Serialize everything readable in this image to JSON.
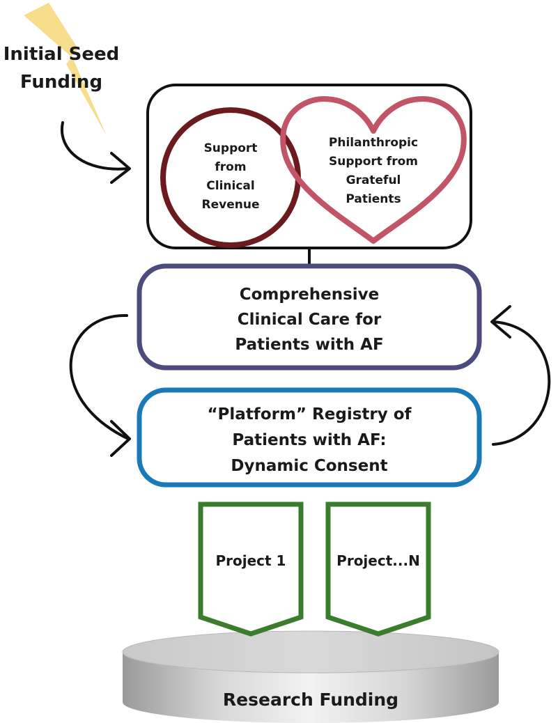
{
  "seed": {
    "lines": [
      "Initial Seed",
      "Funding"
    ]
  },
  "funding_box": {
    "clinical": {
      "lines": [
        "Support",
        "from",
        "Clinical",
        "Revenue"
      ]
    },
    "philanthropic": {
      "lines": [
        "Philanthropic",
        "Support from",
        "Grateful",
        "Patients"
      ]
    }
  },
  "care_box": {
    "lines": [
      "Comprehensive",
      "Clinical Care for",
      "Patients with AF"
    ]
  },
  "registry_box": {
    "lines": [
      "“Platform” Registry of",
      "Patients with AF:",
      "Dynamic Consent"
    ]
  },
  "projects": [
    {
      "label": "Project 1"
    },
    {
      "label": "Project...N"
    }
  ],
  "base": {
    "label": "Research Funding"
  },
  "colors": {
    "lightning": "#f5dd8c",
    "clinical_circle": "#6b1a1e",
    "heart": "#c25468",
    "care_border": "#4d4a7c",
    "registry_border": "#1a7ab8",
    "project_border": "#3a7d2c",
    "outline": "#111111"
  },
  "icons": [
    "lightning-bolt-icon",
    "heart-icon",
    "curved-arrow-icon"
  ]
}
